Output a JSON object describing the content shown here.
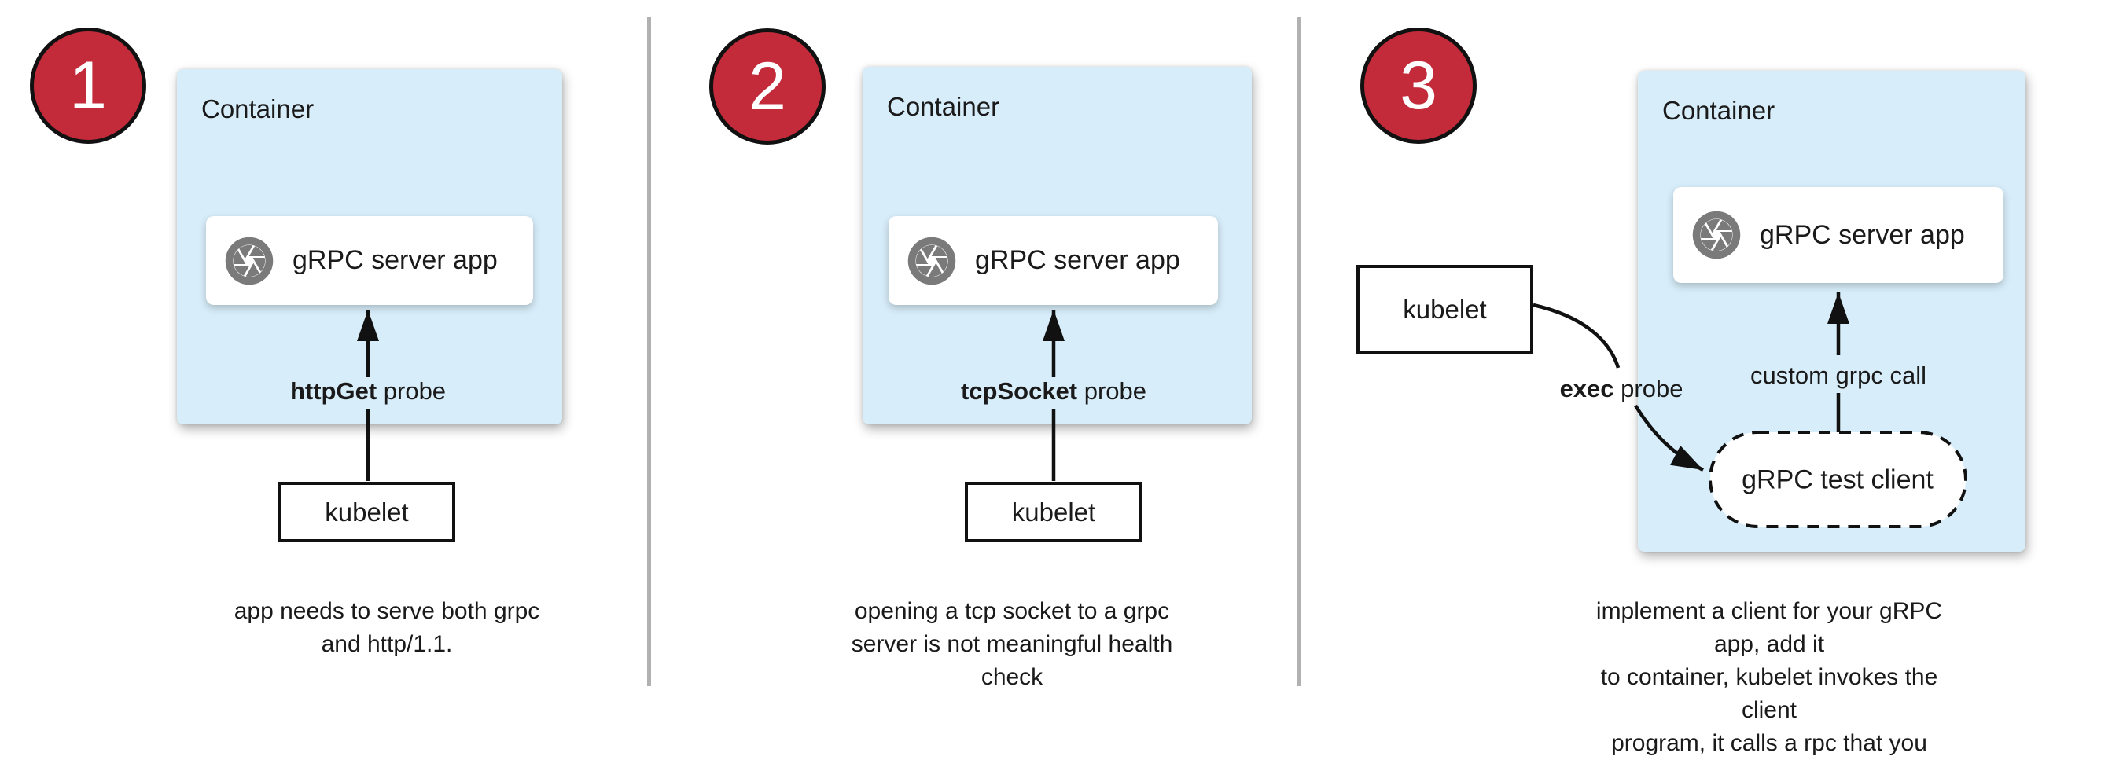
{
  "colors": {
    "container_fill": "#d7edf9",
    "step_circle_fill": "#c32b3a",
    "step_circle_border": "#111111",
    "divider": "#b1b1b1",
    "icon_gray": "#7a7a7a",
    "ink": "#1a1a1a",
    "arrow": "#111111",
    "box_background": "#ffffff"
  },
  "panels": [
    {
      "number": "1",
      "container_label": "Container",
      "app_box": {
        "icon": "aperture-icon",
        "label": "gRPC server app"
      },
      "probe_label": {
        "bold": "httpGet",
        "rest": " probe"
      },
      "kubelet_label": "kubelet",
      "caption": "app needs to serve both grpc\nand http/1.1."
    },
    {
      "number": "2",
      "container_label": "Container",
      "app_box": {
        "icon": "aperture-icon",
        "label": "gRPC server app"
      },
      "probe_label": {
        "bold": "tcpSocket",
        "rest": " probe"
      },
      "kubelet_label": "kubelet",
      "caption": "opening a tcp socket to a grpc\nserver is not meaningful health\ncheck"
    },
    {
      "number": "3",
      "container_label": "Container",
      "app_box": {
        "icon": "aperture-icon",
        "label": "gRPC server app"
      },
      "probe_label": {
        "bold": "exec",
        "rest": " probe"
      },
      "kubelet_label": "kubelet",
      "call_label": "custom grpc call",
      "client_label": "gRPC test client",
      "caption": "implement a client for your gRPC app, add it\nto container, kubelet invokes the client\nprogram, it calls a rpc that you implement"
    }
  ]
}
